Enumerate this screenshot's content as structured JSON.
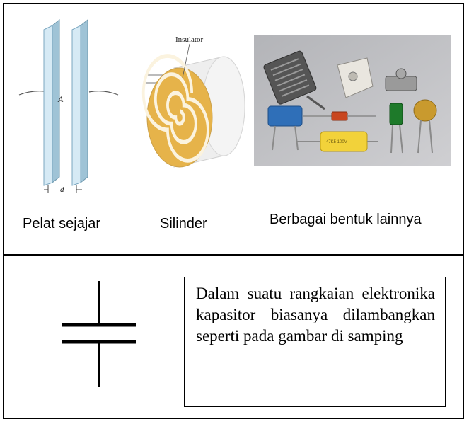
{
  "captions": {
    "parallel_plates": "Pelat sejajar",
    "cylinder": "Silinder",
    "other_shapes": "Berbagai bentuk lainnya"
  },
  "figure_labels": {
    "area": "A",
    "distance": "d",
    "insulator": "Insulator",
    "component_marking": "47K5 100V"
  },
  "description": "Dalam suatu rangkaian elektronika kapasitor biasanya dilambangkan seperti pada gambar di samping",
  "colors": {
    "plate_fill": "#cfe6f2",
    "plate_edge": "#7ba7c0",
    "cylinder_gold": "#e6b34a",
    "photo_bg": "#bfbfc2",
    "blue_cap": "#2f6fb8",
    "yellow_cap": "#f2d23a",
    "green_cap": "#1e7a2a",
    "ceramic_disc": "#c99a2e"
  },
  "icons": [
    "capacitor-symbol-icon"
  ]
}
